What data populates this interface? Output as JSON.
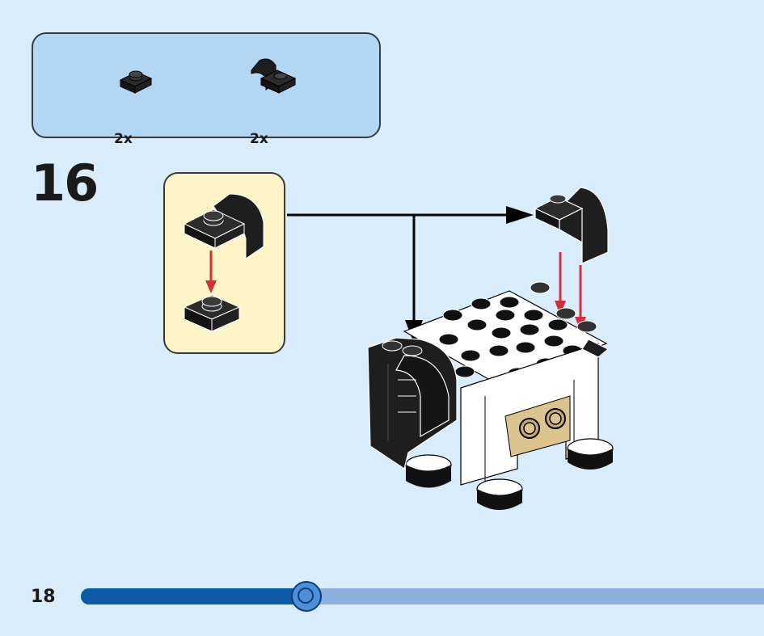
{
  "parts_list": {
    "items": [
      {
        "quantity": "2x",
        "part": "black-plate-1x1-icon"
      },
      {
        "quantity": "2x",
        "part": "black-bracket-curved-icon"
      }
    ]
  },
  "step": {
    "number": "16"
  },
  "page": {
    "number": "18"
  },
  "progress": {
    "fraction": 0.33
  },
  "colors": {
    "background": "#d8ecfb",
    "parts_box": "#b3d6f3",
    "sub_box": "#fdf4c7",
    "brick_black": "#1e1e1e",
    "brick_white": "#ffffff",
    "brick_tan": "#dcc48e",
    "arrow_red": "#d32f3a",
    "progress_fill": "#0c5aa6",
    "progress_track": "#8cb0dd"
  }
}
